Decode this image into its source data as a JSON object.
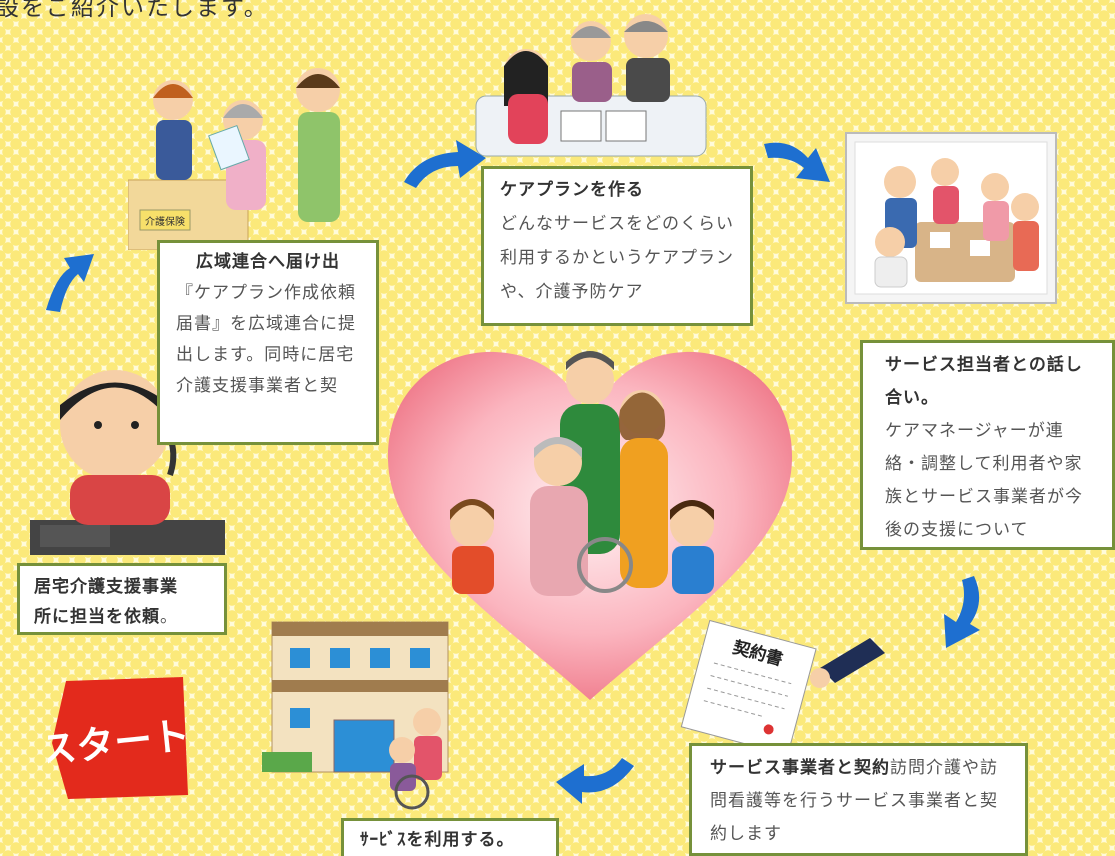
{
  "intro": {
    "line1": "設をご紹介いたします。"
  },
  "steps": {
    "start": {
      "label": "スタート!"
    },
    "request": {
      "title": "居宅介護支援事業",
      "body": "所に担当を依頼",
      "tail": "。"
    },
    "notify": {
      "title": "広域連合へ届け出",
      "body": "『ケアプラン作成依頼届書』を広域連合に提出します。同時に居宅介護支援事業者と契"
    },
    "careplan": {
      "title": "ケアプランを作る",
      "body": "どんなサービスをどのくらい利用するかというケアプランや、介護予防ケア"
    },
    "meeting": {
      "title": "サービス担当者との話し合い。",
      "body": "ケアマネージャーが連絡・調整して利用者や家族とサービス事業者が今後の支援について"
    },
    "contract": {
      "title": "サービス事業者と契約",
      "body": "訪問介護や訪問看護等を行うサービス事業者と契約します"
    },
    "use": {
      "title": "ｻｰﾋﾞｽを利用する。"
    }
  },
  "illustrations": {
    "contract_paper": "契約書",
    "counter_sign": "介護保険"
  },
  "colors": {
    "box_border": "#76913a",
    "arrow": "#1e6fd0",
    "heart": "#f48a9a",
    "start_red": "#e32a1c"
  }
}
